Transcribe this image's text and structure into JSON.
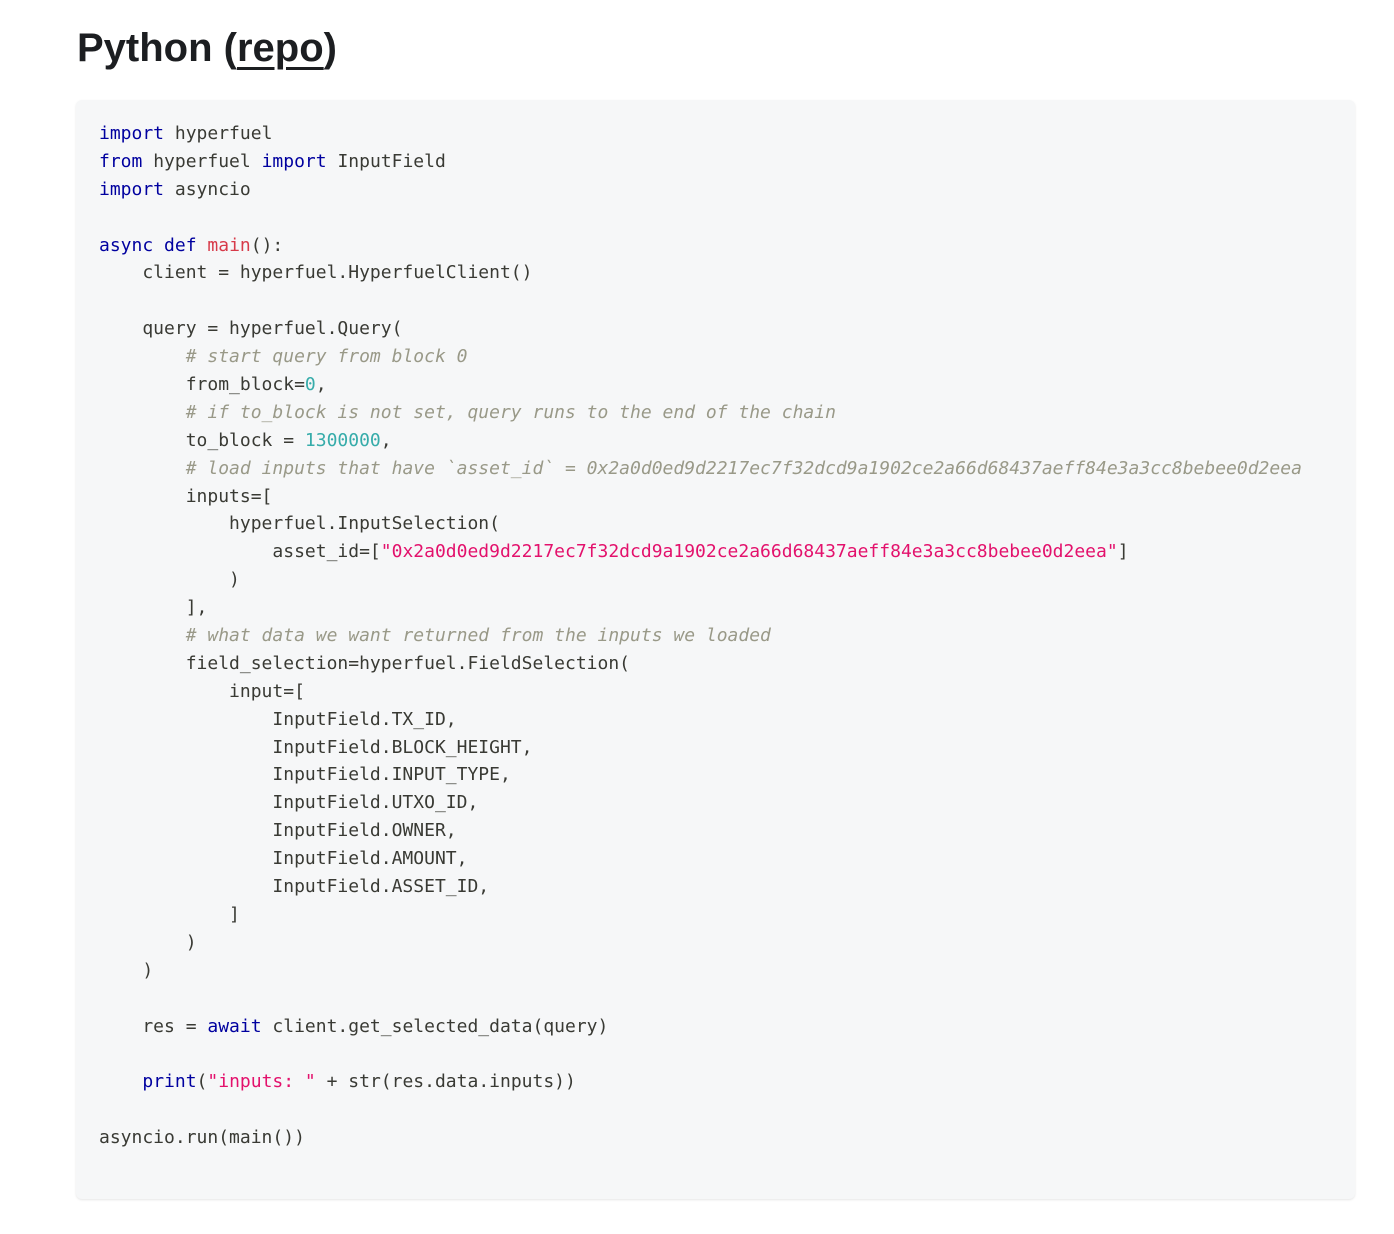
{
  "heading": {
    "prefix": "Python (",
    "link_text": "repo",
    "suffix": ")"
  },
  "code": {
    "language": "python",
    "lines": [
      [
        {
          "t": "kw",
          "v": "import"
        },
        {
          "t": "pl",
          "v": " hyperfuel"
        }
      ],
      [
        {
          "t": "kw",
          "v": "from"
        },
        {
          "t": "pl",
          "v": " hyperfuel "
        },
        {
          "t": "kw",
          "v": "import"
        },
        {
          "t": "pl",
          "v": " InputField"
        }
      ],
      [
        {
          "t": "kw",
          "v": "import"
        },
        {
          "t": "pl",
          "v": " asyncio"
        }
      ],
      [],
      [
        {
          "t": "kw",
          "v": "async"
        },
        {
          "t": "pl",
          "v": " "
        },
        {
          "t": "kw",
          "v": "def"
        },
        {
          "t": "pl",
          "v": " "
        },
        {
          "t": "fn",
          "v": "main"
        },
        {
          "t": "pl",
          "v": "():"
        }
      ],
      [
        {
          "t": "pl",
          "v": "    client = hyperfuel.HyperfuelClient()"
        }
      ],
      [],
      [
        {
          "t": "pl",
          "v": "    query = hyperfuel.Query("
        }
      ],
      [
        {
          "t": "pl",
          "v": "        "
        },
        {
          "t": "cm",
          "v": "# start query from block 0"
        }
      ],
      [
        {
          "t": "pl",
          "v": "        from_block="
        },
        {
          "t": "num",
          "v": "0"
        },
        {
          "t": "pl",
          "v": ","
        }
      ],
      [
        {
          "t": "pl",
          "v": "        "
        },
        {
          "t": "cm",
          "v": "# if to_block is not set, query runs to the end of the chain"
        }
      ],
      [
        {
          "t": "pl",
          "v": "        to_block = "
        },
        {
          "t": "num",
          "v": "1300000"
        },
        {
          "t": "pl",
          "v": ","
        }
      ],
      [
        {
          "t": "pl",
          "v": "        "
        },
        {
          "t": "cm",
          "v": "# load inputs that have `asset_id` = 0x2a0d0ed9d2217ec7f32dcd9a1902ce2a66d68437aeff84e3a3cc8bebee0d2eea"
        }
      ],
      [
        {
          "t": "pl",
          "v": "        inputs=["
        }
      ],
      [
        {
          "t": "pl",
          "v": "            hyperfuel.InputSelection("
        }
      ],
      [
        {
          "t": "pl",
          "v": "                asset_id=["
        },
        {
          "t": "str",
          "v": "\"0x2a0d0ed9d2217ec7f32dcd9a1902ce2a66d68437aeff84e3a3cc8bebee0d2eea\""
        },
        {
          "t": "pl",
          "v": "]"
        }
      ],
      [
        {
          "t": "pl",
          "v": "            )"
        }
      ],
      [
        {
          "t": "pl",
          "v": "        ],"
        }
      ],
      [
        {
          "t": "pl",
          "v": "        "
        },
        {
          "t": "cm",
          "v": "# what data we want returned from the inputs we loaded"
        }
      ],
      [
        {
          "t": "pl",
          "v": "        field_selection=hyperfuel.FieldSelection("
        }
      ],
      [
        {
          "t": "pl",
          "v": "            input=["
        }
      ],
      [
        {
          "t": "pl",
          "v": "                InputField.TX_ID,"
        }
      ],
      [
        {
          "t": "pl",
          "v": "                InputField.BLOCK_HEIGHT,"
        }
      ],
      [
        {
          "t": "pl",
          "v": "                InputField.INPUT_TYPE,"
        }
      ],
      [
        {
          "t": "pl",
          "v": "                InputField.UTXO_ID,"
        }
      ],
      [
        {
          "t": "pl",
          "v": "                InputField.OWNER,"
        }
      ],
      [
        {
          "t": "pl",
          "v": "                InputField.AMOUNT,"
        }
      ],
      [
        {
          "t": "pl",
          "v": "                InputField.ASSET_ID,"
        }
      ],
      [
        {
          "t": "pl",
          "v": "            ]"
        }
      ],
      [
        {
          "t": "pl",
          "v": "        )"
        }
      ],
      [
        {
          "t": "pl",
          "v": "    )"
        }
      ],
      [],
      [
        {
          "t": "pl",
          "v": "    res = "
        },
        {
          "t": "kw",
          "v": "await"
        },
        {
          "t": "pl",
          "v": " client.get_selected_data(query)"
        }
      ],
      [],
      [
        {
          "t": "pl",
          "v": "    "
        },
        {
          "t": "kw",
          "v": "print"
        },
        {
          "t": "pl",
          "v": "("
        },
        {
          "t": "str",
          "v": "\"inputs: \""
        },
        {
          "t": "pl",
          "v": " + str(res.data.inputs))"
        }
      ],
      [],
      [
        {
          "t": "pl",
          "v": "asyncio.run(main())"
        }
      ]
    ]
  },
  "colors": {
    "background": "#ffffff",
    "code_background": "#f6f7f8",
    "keyword": "#00009f",
    "function": "#d73a49",
    "number": "#36acaa",
    "string": "#e3116c",
    "comment": "#999988",
    "plain": "#393a34"
  }
}
